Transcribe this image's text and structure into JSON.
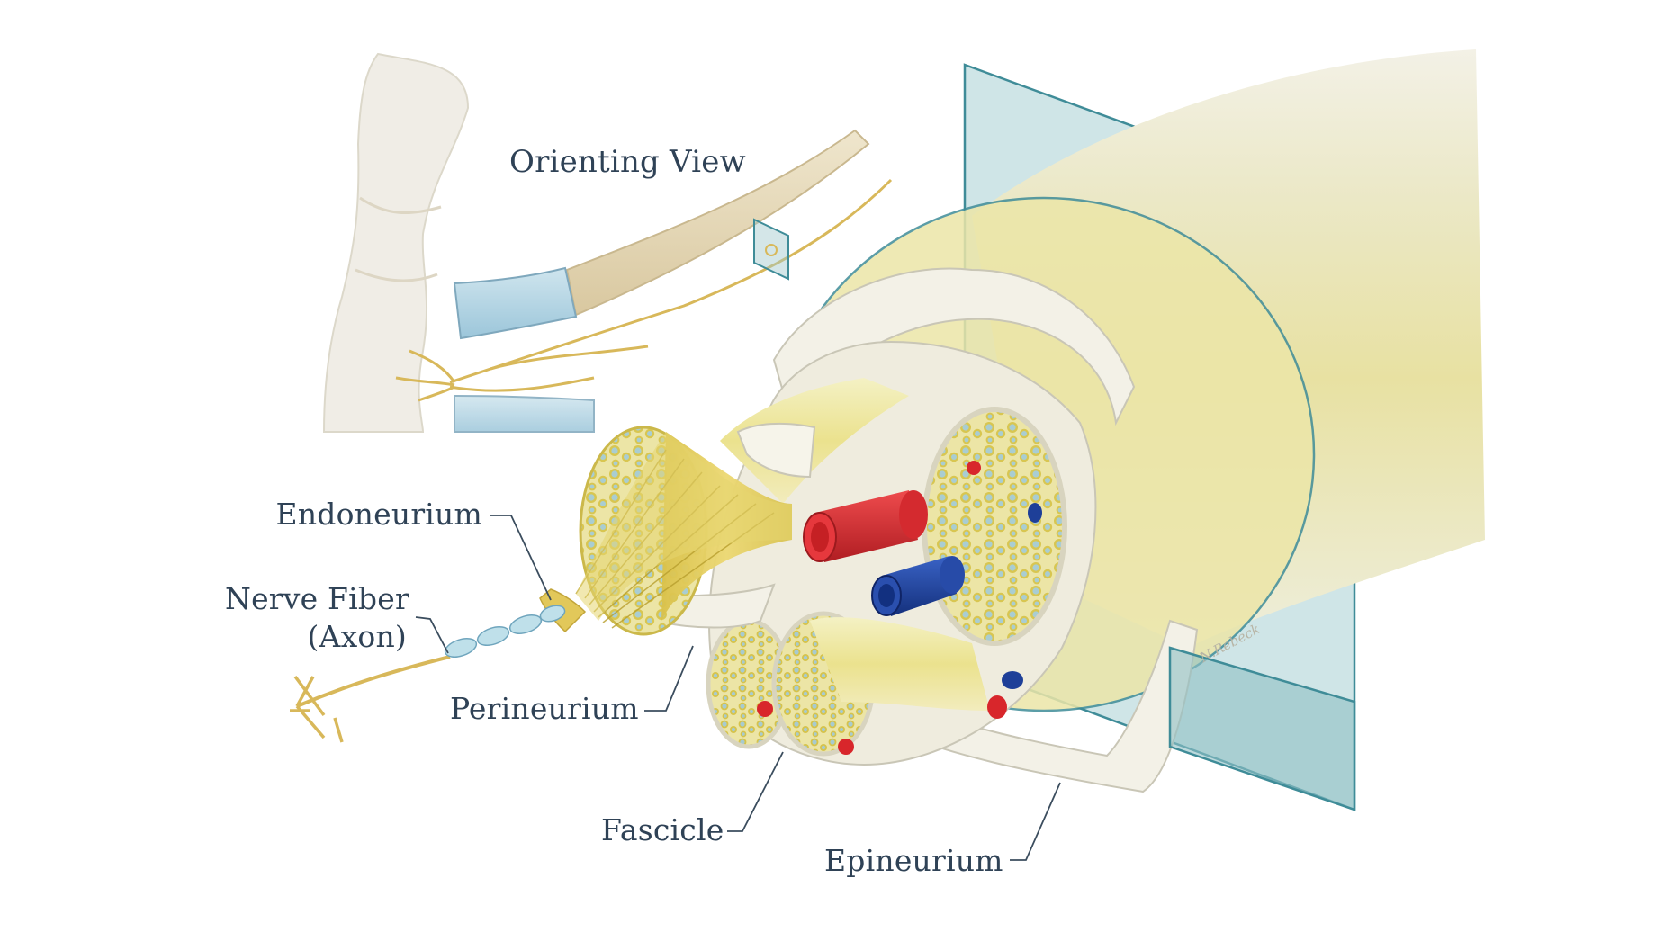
{
  "labels": {
    "orienting_view": "Orienting View",
    "endoneurium": "Endoneurium",
    "nerve_fiber": "Nerve Fiber",
    "axon": "(Axon)",
    "perineurium": "Perineurium",
    "fascicle": "Fascicle",
    "epineurium": "Epineurium"
  },
  "signature": "N.Rebeck",
  "colors": {
    "label_text": "#2f4256",
    "leader_line": "#3b4d5e",
    "nerve_yellow": "#efeab0",
    "sheath_white": "#f1efe4",
    "plane_blue": "#9fc7cc",
    "plane_edge": "#3f8c98",
    "artery_red": "#d8262b",
    "vein_blue": "#1e3f98",
    "bone_tan": "#e5d7b4",
    "cartilage_blue": "#b9d8e6"
  }
}
